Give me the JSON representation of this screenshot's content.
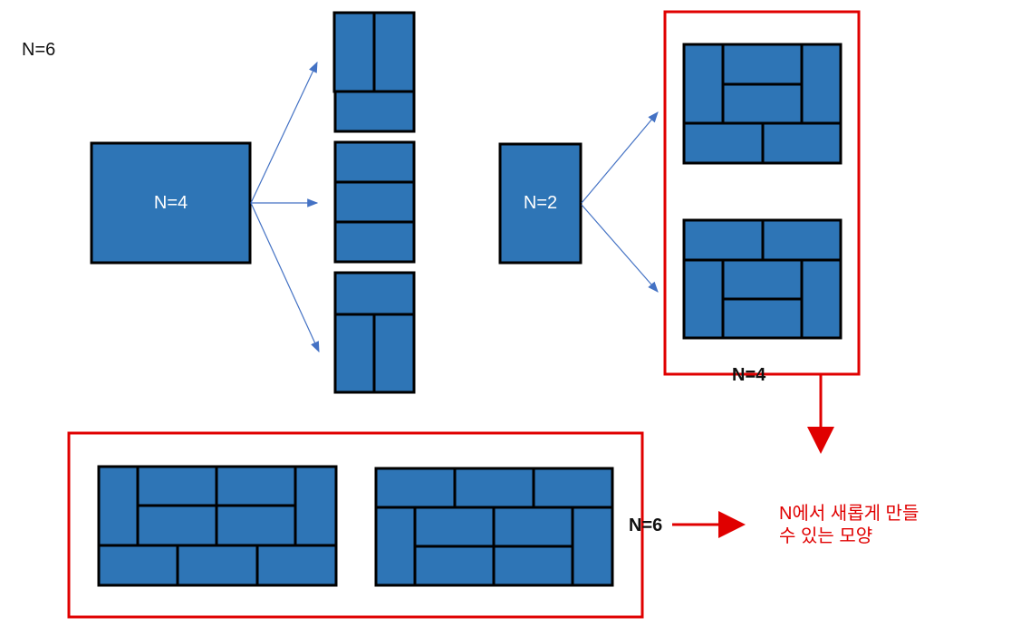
{
  "title_label": "N=6",
  "box_n4_label": "N=4",
  "box_n2_label": "N=2",
  "result_n4_label": "N=4",
  "result_n6_label": "N=6",
  "note_line1": "N에서 새롭게 만들",
  "note_line2": "수 있는 모양",
  "colors": {
    "tile": "#2e75b6",
    "outline": "#000000",
    "highlight": "#e00000",
    "arrow": "#4472c4"
  }
}
